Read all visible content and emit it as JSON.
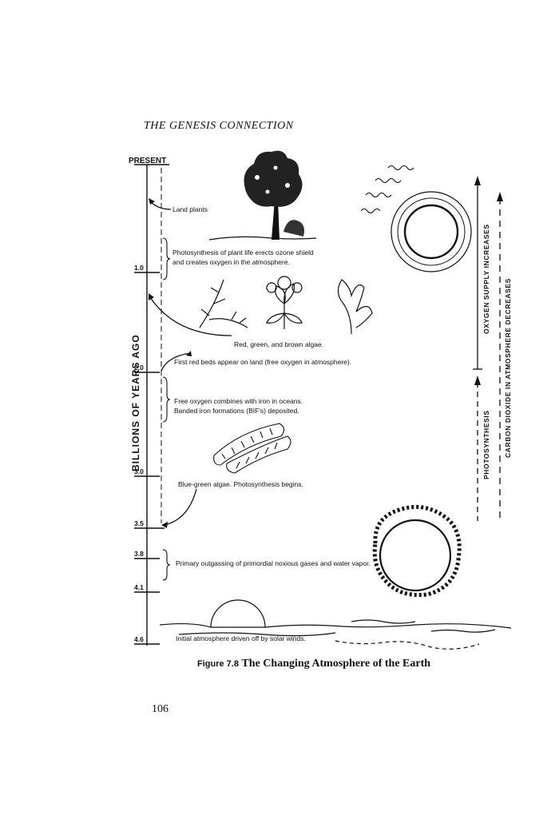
{
  "header": {
    "running_title": "THE GENESIS CONNECTION"
  },
  "timeline": {
    "top_label": "PRESENT",
    "axis_label": "BILLIONS OF YEARS AGO",
    "ticks": [
      "1.0",
      "2.0",
      "3.0",
      "3.5",
      "3.8",
      "4.1",
      "4.6"
    ]
  },
  "events": {
    "land_plants": "Land plants",
    "ozone_line1": "Photosynthesis of plant life erects ozone shield",
    "ozone_line2": "and creates oxygen in the atmosphere.",
    "algae": "Red, green, and brown algae.",
    "red_beds": "First red beds appear on land (free oxygen in atmosphere).",
    "iron_line1": "Free oxygen combines with iron in oceans.",
    "iron_line2": "Banded iron formations (BIF's) deposited.",
    "blue_green": "Blue-green algae. Photosynthesis begins.",
    "outgassing": "Primary outgassing of primordial noxious gases and water vapor.",
    "initial": "Initial atmosphere driven off by solar winds."
  },
  "side_labels": {
    "oxygen": "OXYGEN SUPPLY INCREASES",
    "photosynthesis": "PHOTOSYNTHESIS",
    "co2": "CARBON DIOXIDE IN ATMOSPHERE DECREASES"
  },
  "caption": {
    "figure_number": "Figure 7.8",
    "title": "The Changing Atmosphere of the Earth"
  },
  "page_number": "106"
}
